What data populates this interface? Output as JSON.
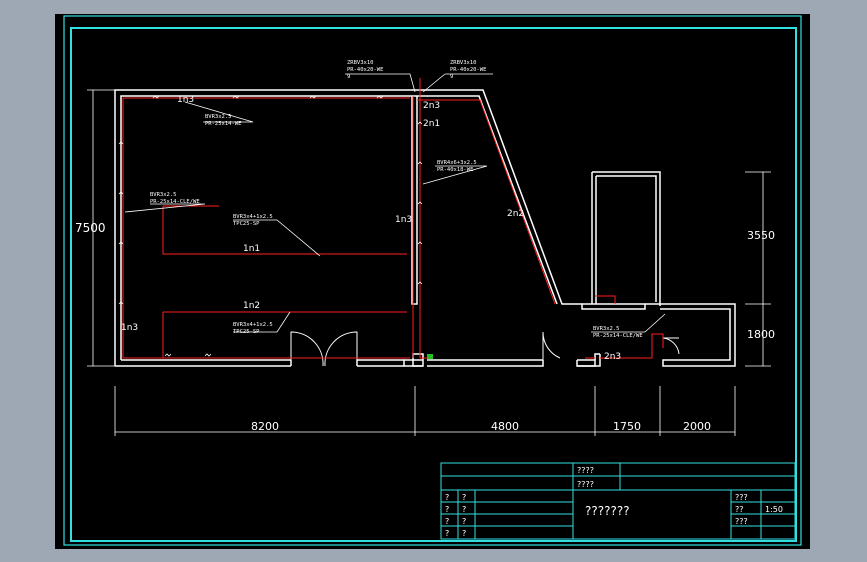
{
  "dimensions": {
    "total_height": "7500",
    "upper_right_height": "3550",
    "lower_right_height": "1800",
    "width_1": "8200",
    "width_2": "4800",
    "width_3": "1750",
    "width_4": "2000"
  },
  "rooms": {
    "label_top_left": "1n3",
    "label_1n1": "1n1",
    "label_1n2": "1n2",
    "label_left": "1n3",
    "label_mid": "1n3",
    "label_2n3_top": "2n3",
    "label_2n1": "2n1",
    "label_2n2": "2n2",
    "label_2n3_bottom": "2n3"
  },
  "annotations": {
    "top_left_a": "ZRBV3x10",
    "top_left_b": "PR-40x20-WE",
    "top_left_c": "9",
    "top_right_a": "ZRBV3x10",
    "top_right_b": "PR-40x20-WE",
    "top_right_c": "9",
    "room1_a": "BVR3x2.5",
    "room1_b": "PR-25x14-WE",
    "left_a": "BVR3x2.5",
    "left_b": "PR-25x14-CLE/WE",
    "inner1_a": "BVR3x4+1x2.5",
    "inner1_b": "TPC25-SP",
    "inner2_a": "BVR3x4+1x2.5",
    "inner2_b": "TPC25-SP",
    "riser_a": "BVR4x6+3x2.5",
    "riser_b": "PR-40x18-WE",
    "right_a": "BVR3x2.5",
    "right_b": "PR-25x14-CLE/WE"
  },
  "title_block": {
    "field_1": "????",
    "field_2": "????",
    "left_col": [
      "?",
      "?",
      "?",
      "?"
    ],
    "left_col_b": [
      "?",
      "?",
      "?",
      "?"
    ],
    "drawing_title": "???????",
    "right_label_1": "???",
    "right_label_2": "??",
    "scale": "1:50",
    "right_label_3": "???"
  }
}
